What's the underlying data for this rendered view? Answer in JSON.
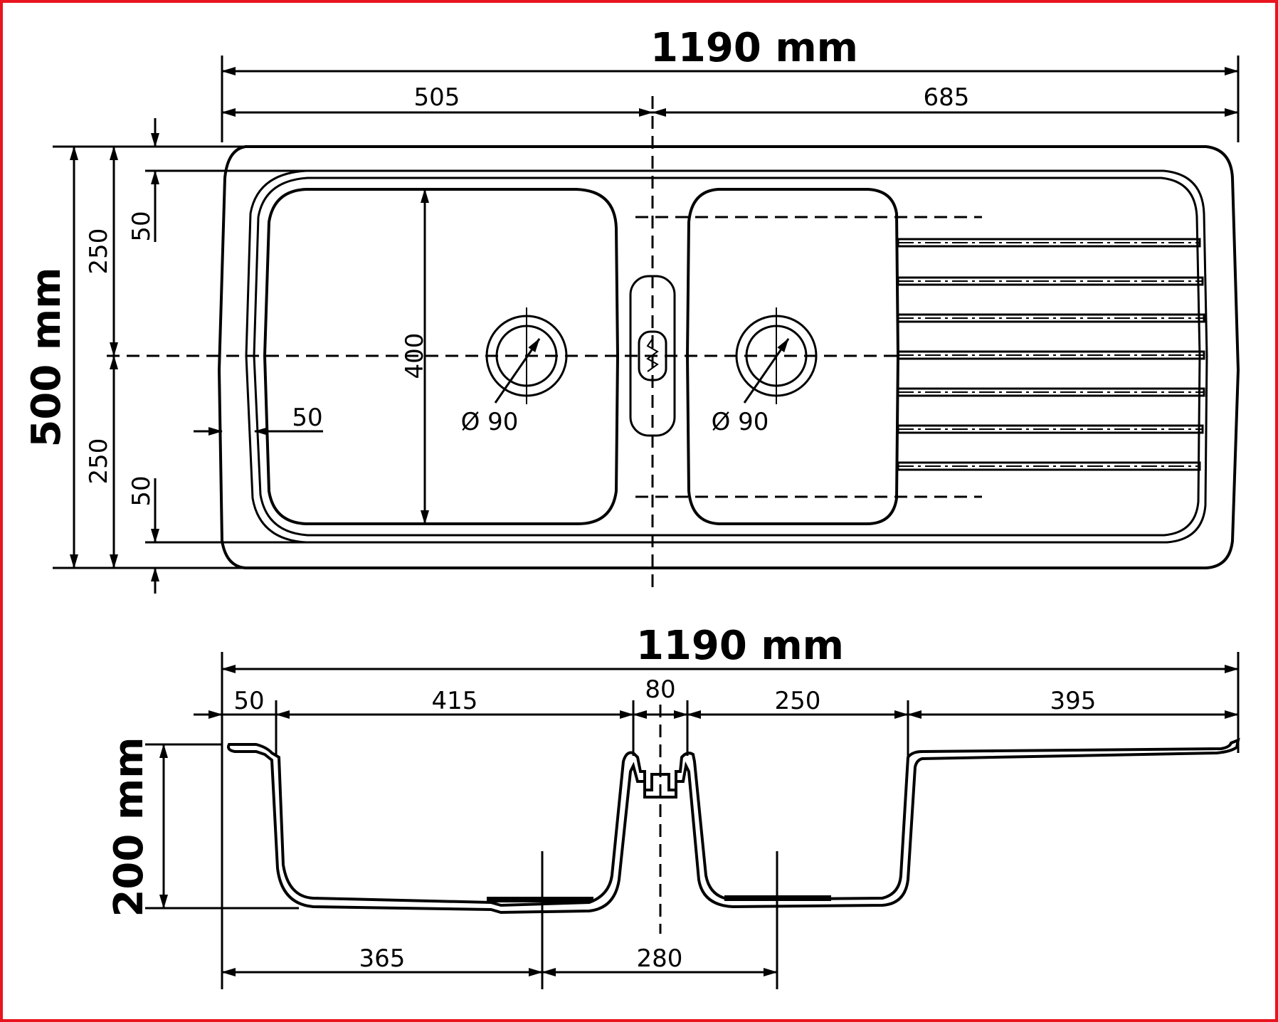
{
  "top_view": {
    "overall_width": "1190 mm",
    "left_width": "505",
    "right_width": "685",
    "overall_depth": "500 mm",
    "upper_half": "250",
    "lower_half": "250",
    "top_rim": "50",
    "bottom_rim": "50",
    "side_rim": "50",
    "bowl_depth": "400",
    "left_drain": "Ø 90",
    "right_drain": "Ø 90"
  },
  "side_view": {
    "overall_width": "1190 mm",
    "seg_left_rim": "50",
    "seg_left_bowl": "415",
    "seg_divider": "80",
    "seg_right_bowl": "250",
    "seg_drainer": "395",
    "height": "200 mm",
    "drain_left_offset": "365",
    "drain_spacing": "280"
  },
  "colors": {
    "frame": "#e8141e",
    "ink": "#000000"
  }
}
